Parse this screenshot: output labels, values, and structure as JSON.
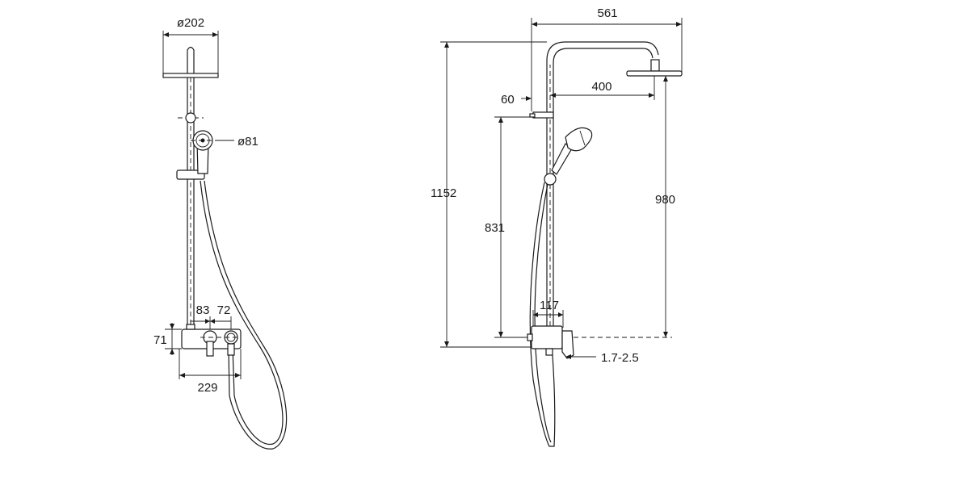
{
  "front_view": {
    "dim_head_diameter": "ø202",
    "dim_handshower_diameter": "ø81",
    "dim_left_offset": "83",
    "dim_right_offset": "72",
    "dim_mixer_height": "71",
    "dim_mixer_width": "229"
  },
  "side_view": {
    "dim_total_reach": "561",
    "dim_arm_length": "400",
    "dim_wall_offset": "60",
    "dim_total_height": "1152",
    "dim_slide_height": "831",
    "dim_head_height": "980",
    "dim_mixer_depth": "117",
    "dim_pressure": "1.7-2.5"
  }
}
